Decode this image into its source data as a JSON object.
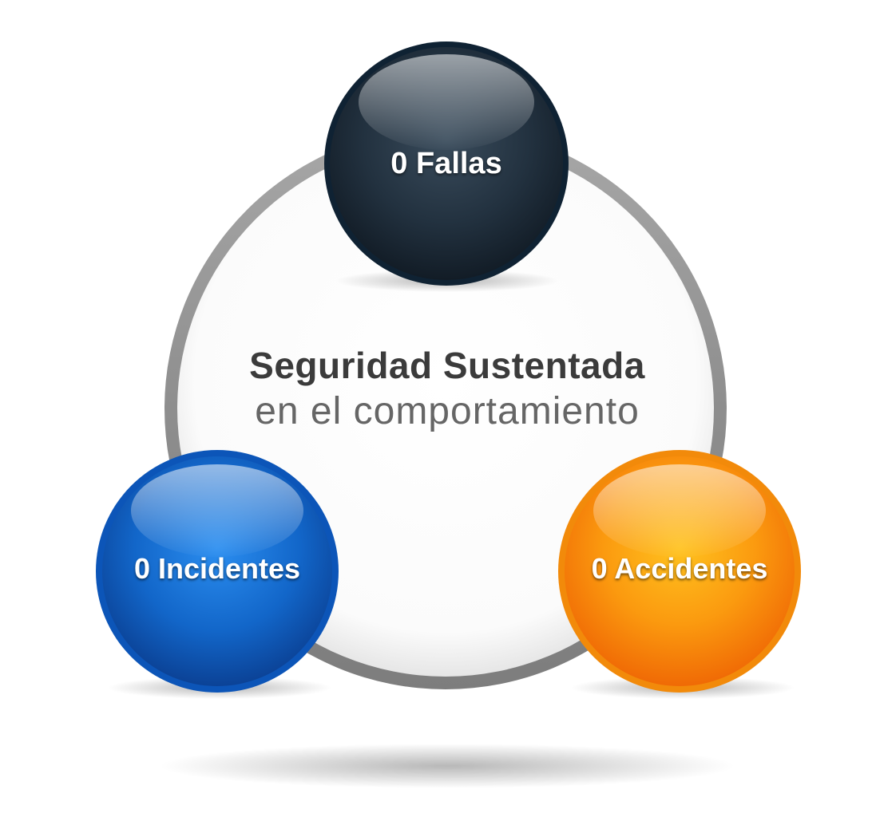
{
  "center": {
    "title": "Seguridad Sustentada",
    "subtitle": "en el comportamiento"
  },
  "nodes": [
    {
      "id": "fallas",
      "label": "0 Fallas",
      "color": "#1f2f3d"
    },
    {
      "id": "incidentes",
      "label": "0 Incidentes",
      "color": "#1266c9"
    },
    {
      "id": "accidentes",
      "label": "0 Accidentes",
      "color": "#f7920f"
    }
  ],
  "colors": {
    "ring": "#9a9a9a",
    "inner_disc": "#ffffff",
    "title_text": "#3b3b3b",
    "subtitle_text": "#666666"
  }
}
